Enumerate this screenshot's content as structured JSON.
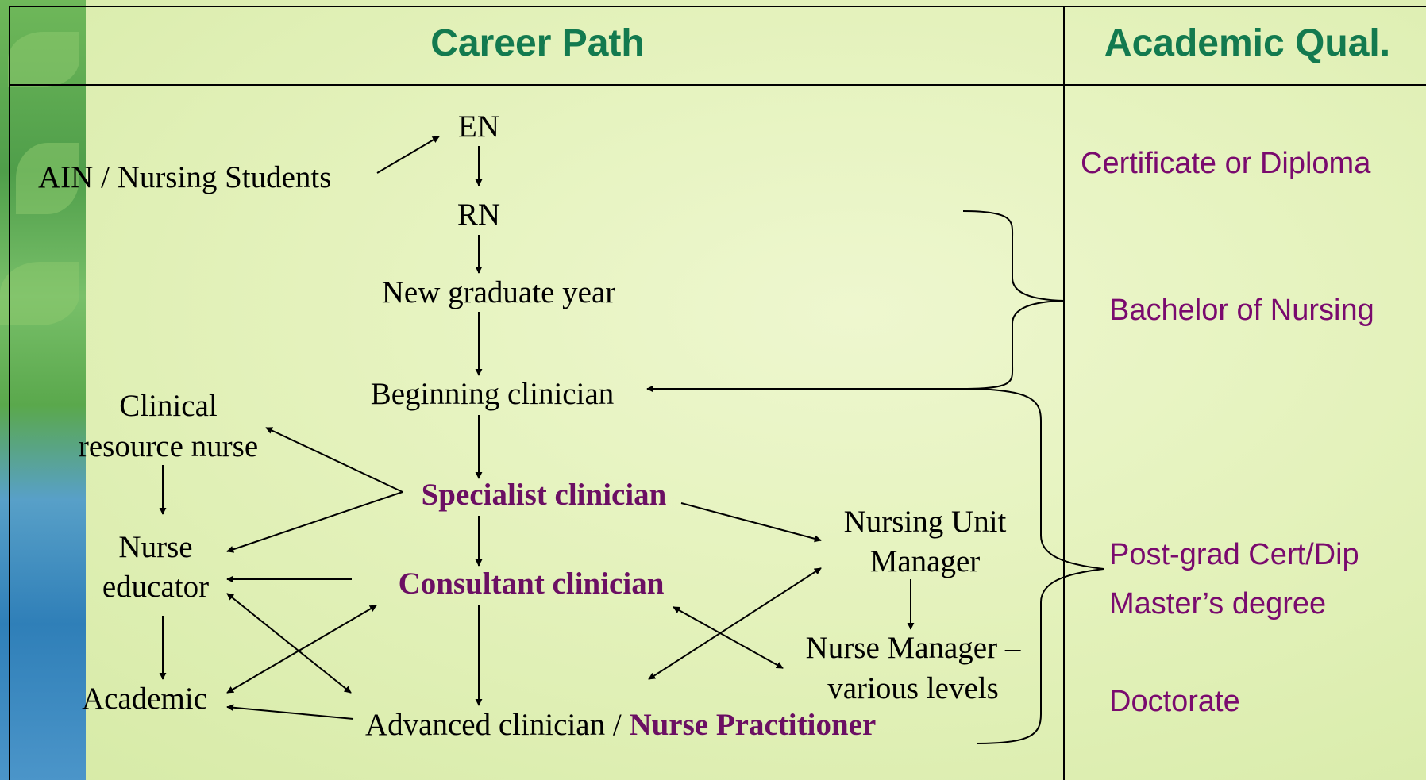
{
  "headers": {
    "career_path": "Career Path",
    "academic_qual": "Academic Qual."
  },
  "nodes": {
    "ain": "AIN / Nursing Students",
    "en": "EN",
    "rn": "RN",
    "new_grad": "New graduate year",
    "beginning": "Beginning clinician",
    "clinical_resource_1": "Clinical",
    "clinical_resource_2": "resource nurse",
    "specialist": "Specialist clinician",
    "nurse_educator_1": "Nurse",
    "nurse_educator_2": "educator",
    "consultant": "Consultant clinician",
    "academic": "Academic",
    "advanced_prefix": "Advanced clinician / ",
    "nurse_practitioner": "Nurse Practitioner",
    "num_1": "Nursing Unit",
    "num_2": "Manager",
    "nm_1": "Nurse Manager –",
    "nm_2": "various levels"
  },
  "qualifications": {
    "certificate": "Certificate or Diploma",
    "bachelor": "Bachelor of Nursing",
    "postgrad": "Post-grad Cert/Dip",
    "masters": "Master’s degree",
    "doctorate": "Doctorate"
  },
  "colors": {
    "header": "#137a4f",
    "emphasis": "#6b0f63",
    "qualification": "#7a0a6e"
  }
}
